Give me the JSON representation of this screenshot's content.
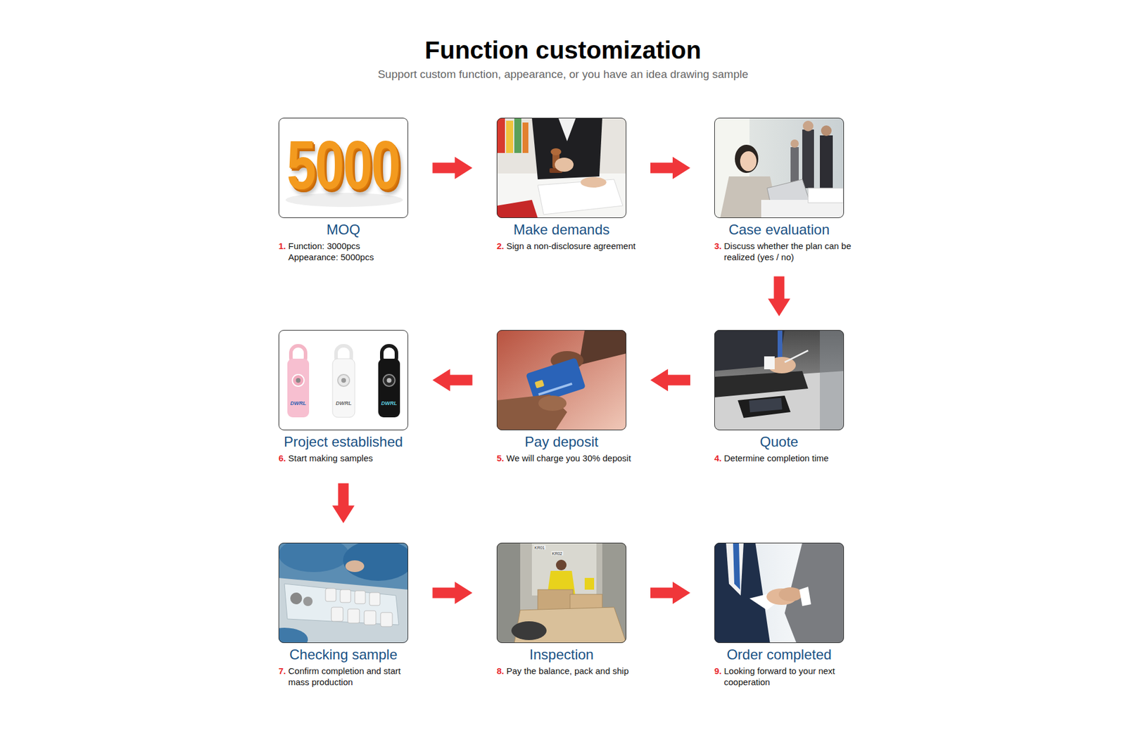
{
  "diagram": {
    "title": "Function customization",
    "nodes": [
      {
        "text": [
          "MOQ",
          "1.",
          "Function: 3000pcs Appearance: 5000pcs"
        ]
      },
      {
        "text": [
          "Make demands",
          "2.",
          "Sign a non-disclosure agreement"
        ]
      },
      {
        "text": [
          "Case evaluation",
          "3.",
          "Discuss whether the plan can be realized (yes / no)"
        ]
      },
      {
        "text": [
          "Quote",
          "4.",
          "Determine completion time"
        ]
      },
      {
        "text": [
          "Pay deposit",
          "5.",
          "We will charge you 30% deposit"
        ]
      },
      {
        "text": [
          "Project established",
          "6.",
          "Start making samples"
        ]
      },
      {
        "text": [
          "Checking sample",
          "7.",
          "Confirm completion and start mass production"
        ]
      },
      {
        "text": [
          "Inspection",
          "8.",
          "Pay the balance, pack and ship"
        ]
      },
      {
        "text": [
          "Order completed",
          "9.",
          "Looking forward to your next cooperation"
        ]
      }
    ],
    "edges": [
      {
        "from": 0,
        "to": 1,
        "arrow": "to"
      },
      {
        "from": 1,
        "to": 2,
        "arrow": "to"
      },
      {
        "from": 2,
        "to": 3,
        "arrow": "to"
      },
      {
        "from": 3,
        "to": 4,
        "arrow": "to"
      },
      {
        "from": 4,
        "to": 5,
        "arrow": "to"
      },
      {
        "from": 5,
        "to": 6,
        "arrow": "to"
      },
      {
        "from": 6,
        "to": 7,
        "arrow": "to"
      },
      {
        "from": 7,
        "to": 8,
        "arrow": "to"
      }
    ],
    "labels": [
      "Support custom function, appearance, or you have an idea drawing sample",
      "5000",
      "DWRL",
      "DWRL",
      "DWRL",
      "KR01",
      "KR02"
    ]
  }
}
